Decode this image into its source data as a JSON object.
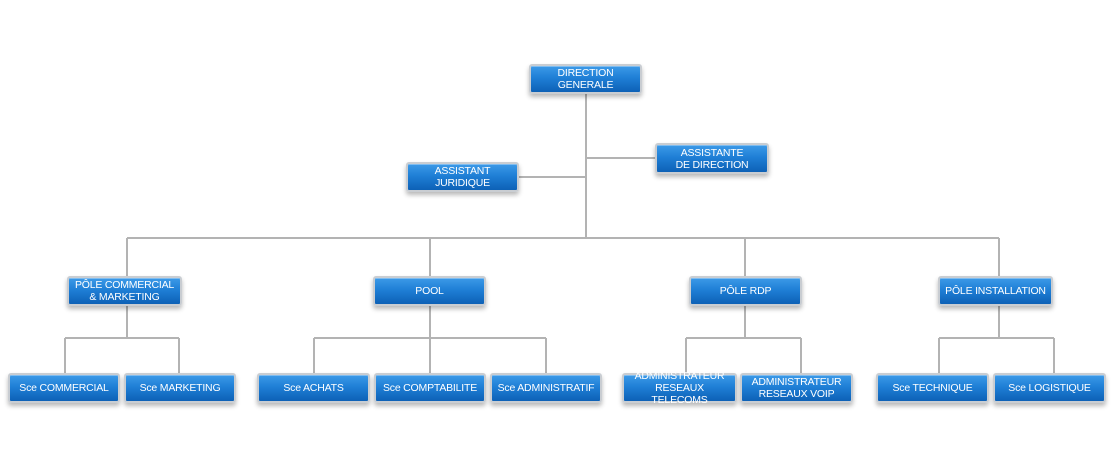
{
  "org_chart": {
    "direction": "DIRECTION GENERALE",
    "assistant_juridique": "ASSISTANT JURIDIQUE",
    "assistante_direction": "ASSISTANTE\nDE DIRECTION",
    "poles": {
      "commercial": {
        "label": "PÔLE COMMERCIAL\n& MARKETING",
        "services": [
          "Sce COMMERCIAL",
          "Sce MARKETING"
        ]
      },
      "pool": {
        "label": "POOL",
        "services": [
          "Sce ACHATS",
          "Sce COMPTABILITE",
          "Sce ADMINISTRATIF"
        ]
      },
      "rdp": {
        "label": "PÔLE RDP",
        "services": [
          "ADMINISTRATEUR\nRESEAUX TELECOMS",
          "ADMINISTRATEUR\nRESEAUX VOIP"
        ]
      },
      "installation": {
        "label": "PÔLE INSTALLATION",
        "services": [
          "Sce TECHNIQUE",
          "Sce LOGISTIQUE"
        ]
      }
    }
  },
  "colors": {
    "box_fill": "#1f7fd6",
    "box_border": "#c9cdd2",
    "connector": "#b3b3b3"
  }
}
